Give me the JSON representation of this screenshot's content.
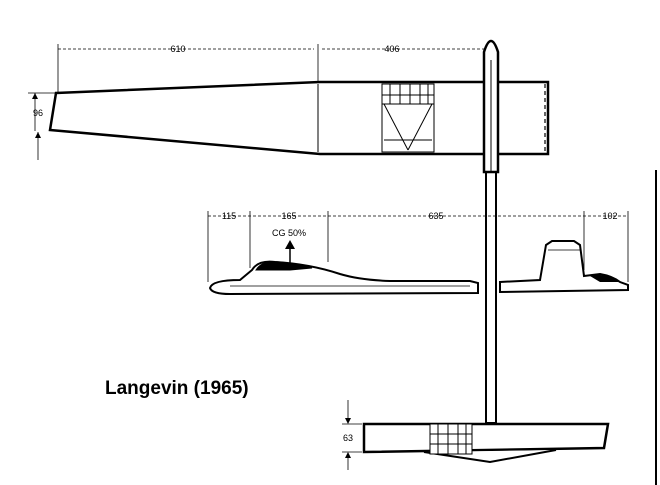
{
  "title": "Langevin (1965)",
  "wing": {
    "dim_outer_span": "610",
    "dim_inner_span": "406",
    "dim_root_chord": "96"
  },
  "fuselage": {
    "dim_nose": "115",
    "dim_canopy": "165",
    "dim_mid": "635",
    "dim_tail": "102",
    "cg_label": "CG 50%"
  },
  "tailplane": {
    "dim_chord": "63"
  }
}
